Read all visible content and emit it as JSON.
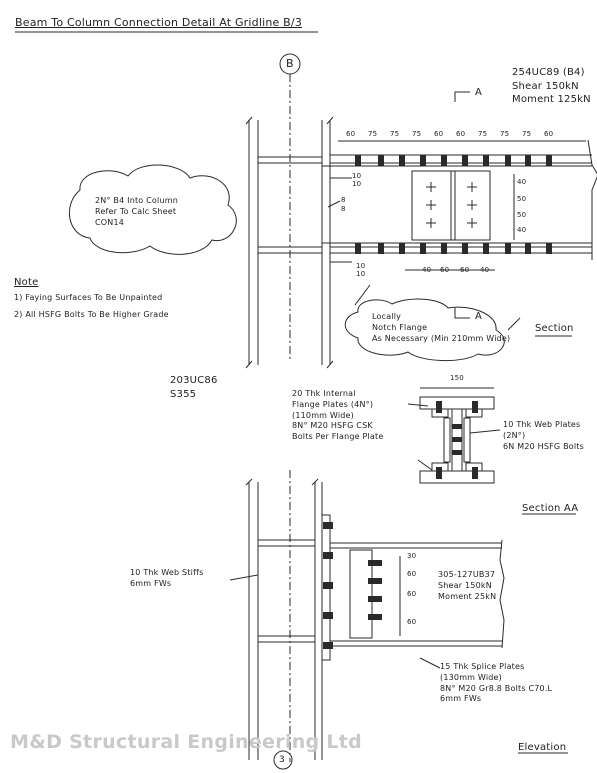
{
  "title": "Beam To Column Connection Detail At Gridline B/3",
  "grid_label_top": "B",
  "grid_label_bottom": "3",
  "section_marker": "A",
  "beam_top": {
    "line1": "254UC89 (B4)",
    "line2": "Shear 150kN",
    "line3": "Moment 125kN"
  },
  "top_dims": [
    "60",
    "75",
    "75",
    "75",
    "60",
    "60",
    "75",
    "75",
    "75",
    "60"
  ],
  "right_dims": [
    "40",
    "50",
    "50",
    "40"
  ],
  "bottom_dims": [
    "40",
    "60",
    "60",
    "40"
  ],
  "weld_dims": {
    "top_a": "10",
    "top_b": "10",
    "mid_a": "8",
    "mid_b": "8",
    "bot_a": "10",
    "bot_b": "10"
  },
  "cloud_note": {
    "line1": "2N° B4 Into Column",
    "line2": "Refer To Calc Sheet",
    "line3": "CON14"
  },
  "notes": {
    "heading": "Note",
    "n1_num": "1)",
    "n1": "Faying Surfaces To Be Unpainted",
    "n2_num": "2)",
    "n2": "All HSFG Bolts To Be Higher Grade"
  },
  "notch_note": {
    "line1": "Locally",
    "line2": "Notch Flange",
    "line3": "As Necessary (Min 210mm Wide)"
  },
  "section_label": "Section",
  "column_label": {
    "line1": "203UC86",
    "line2": "S355"
  },
  "section_aa": {
    "width_dim": "150",
    "left1": "20 Thk Internal",
    "left2": "Flange Plates (4N°)",
    "left3": "(110mm Wide)",
    "left4": "8N° M20 HSFG CSK",
    "left5": "Bolts Per Flange Plate",
    "right1": "10 Thk Web Plates",
    "right2": "(2N°)",
    "right3": "6N M20 HSFG Bolts",
    "label": "Section AA"
  },
  "elevation": {
    "stiff1": "10 Thk Web Stiffs",
    "stiff2": "6mm FWs",
    "beam1": "305-127UB37",
    "beam2": "Shear 150kN",
    "beam3": "Moment 25kN",
    "dims": [
      "30",
      "60",
      "60",
      "60"
    ],
    "splice1": "15 Thk Splice Plates",
    "splice2": "(130mm Wide)",
    "splice3": "8N° M20 Gr8.8 Bolts C70.L",
    "splice4": "6mm FWs",
    "label": "Elevation"
  },
  "footer": "M&D Structural Engineering Ltd"
}
